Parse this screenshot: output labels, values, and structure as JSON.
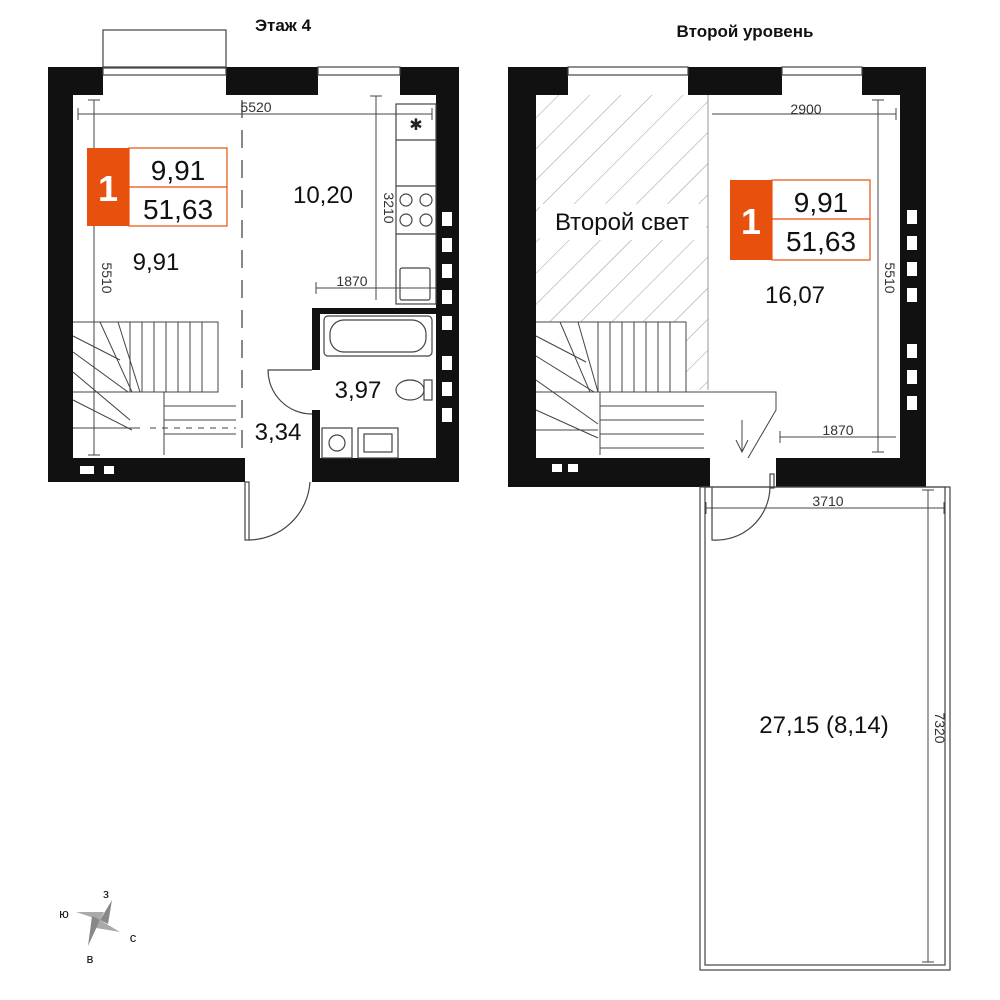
{
  "floors": {
    "left_title": "Этаж 4",
    "right_title": "Второй уровень"
  },
  "badge": {
    "room_count": "1",
    "living_area": "9,91",
    "total_area": "51,63",
    "accent": "#e8500e"
  },
  "rooms": {
    "living": "9,91",
    "kitchen": "10,20",
    "bathroom": "3,97",
    "hall": "3,34",
    "second_light": "Второй свет",
    "upper_room": "16,07",
    "terrace": "27,15 (8,14)"
  },
  "dimensions": {
    "left_width": "5520",
    "left_height": "5510",
    "kitchen_depth": "3210",
    "kitchen_width": "1870",
    "right_width": "2900",
    "right_height": "5510",
    "right_lower_width": "1870",
    "terrace_width": "3710",
    "terrace_length": "7320"
  },
  "compass": {
    "north": "з",
    "west": "ю",
    "east": "с",
    "south": "в"
  }
}
